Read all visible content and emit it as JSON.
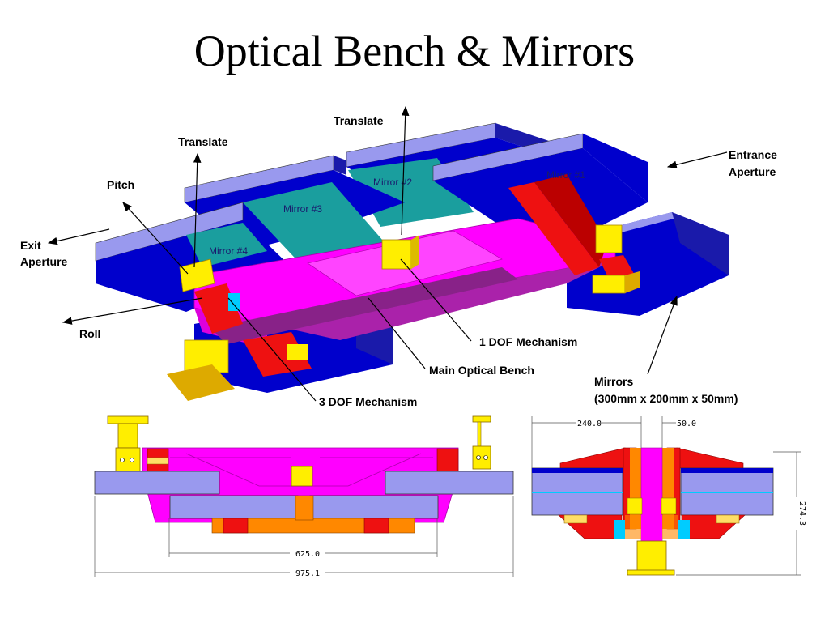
{
  "title": "Optical Bench & Mirrors",
  "labels": {
    "translate_top": "Translate",
    "translate_left": "Translate",
    "pitch": "Pitch",
    "exit_line1": "Exit",
    "exit_line2": "Aperture",
    "entrance_line1": "Entrance",
    "entrance_line2": "Aperture",
    "roll": "Roll",
    "dof1": "1 DOF Mechanism",
    "main_bench": "Main Optical Bench",
    "dof3": "3 DOF Mechanism",
    "mirrors_line1": "Mirrors",
    "mirrors_line2": "(300mm x 200mm x 50mm)"
  },
  "mirror_labels": {
    "m1": "Mirror #1",
    "m2": "Mirror #2",
    "m3": "Mirror #3",
    "m4": "Mirror #4"
  },
  "dimensions": {
    "d625": "625.0",
    "d975": "975.1",
    "d240": "240.0",
    "d50": "50.0",
    "d274": "274.3"
  },
  "colors": {
    "magenta": "#ff00ff",
    "blue": "#0000cc",
    "lavender": "#9999ee",
    "teal": "#1a9e9e",
    "red": "#ee1111",
    "yellow": "#ffee00",
    "orange": "#ff8800",
    "cyan": "#00ccff"
  }
}
